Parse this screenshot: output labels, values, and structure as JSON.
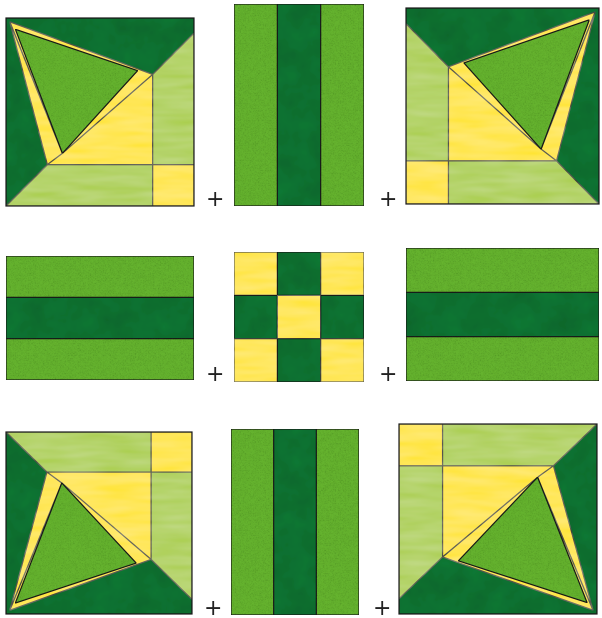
{
  "plus_sign": "+",
  "colors": {
    "dark_green": "#0f7a35",
    "dark_green_shade": "#0a5e28",
    "medium_green": "#67b62f",
    "light_green": "#a6cc3f",
    "yellow": "#ffe312",
    "yellow_light": "#fff04a",
    "outline": "#1a1a1a",
    "background": "#ffffff"
  },
  "layout": {
    "rows": 3,
    "columns": 3,
    "separators_per_row": 2
  },
  "grid": [
    [
      "corner-block-top-left",
      "vertical-strip-block",
      "corner-block-top-right"
    ],
    [
      "horizontal-strip-block",
      "nine-patch-block",
      "horizontal-strip-block"
    ],
    [
      "corner-block-bottom-left",
      "vertical-strip-block",
      "corner-block-bottom-right"
    ]
  ]
}
